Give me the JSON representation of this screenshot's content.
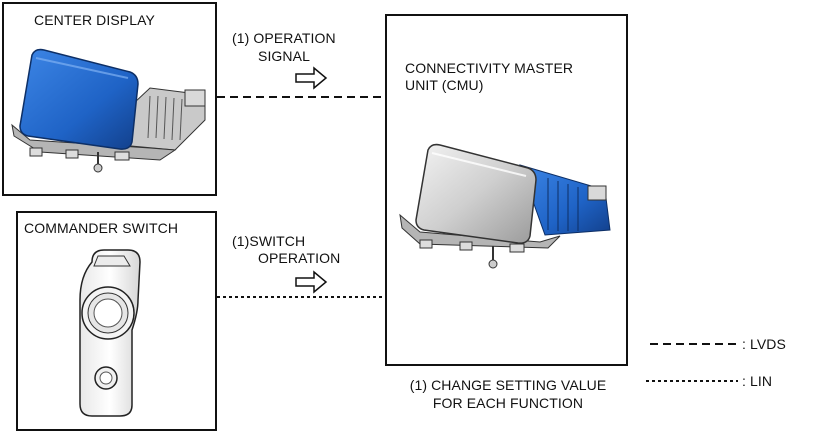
{
  "center_display": {
    "title": "CENTER DISPLAY"
  },
  "commander_switch": {
    "title": "COMMANDER SWITCH"
  },
  "cmu": {
    "title_line1": "CONNECTIVITY MASTER",
    "title_line2": "UNIT (CMU)"
  },
  "signal_top": {
    "line1": "(1) OPERATION",
    "line2": "SIGNAL"
  },
  "signal_bottom": {
    "line1": "(1)SWITCH",
    "line2": "OPERATION"
  },
  "cmu_function": {
    "line1": "(1) CHANGE SETTING VALUE",
    "line2": "FOR EACH FUNCTION"
  },
  "legend": {
    "lvds": ": LVDS",
    "lin": ": LIN"
  },
  "colors": {
    "display_blue": "#1f63c6",
    "line": "#111111",
    "frame_gray": "#bdbdbd"
  }
}
